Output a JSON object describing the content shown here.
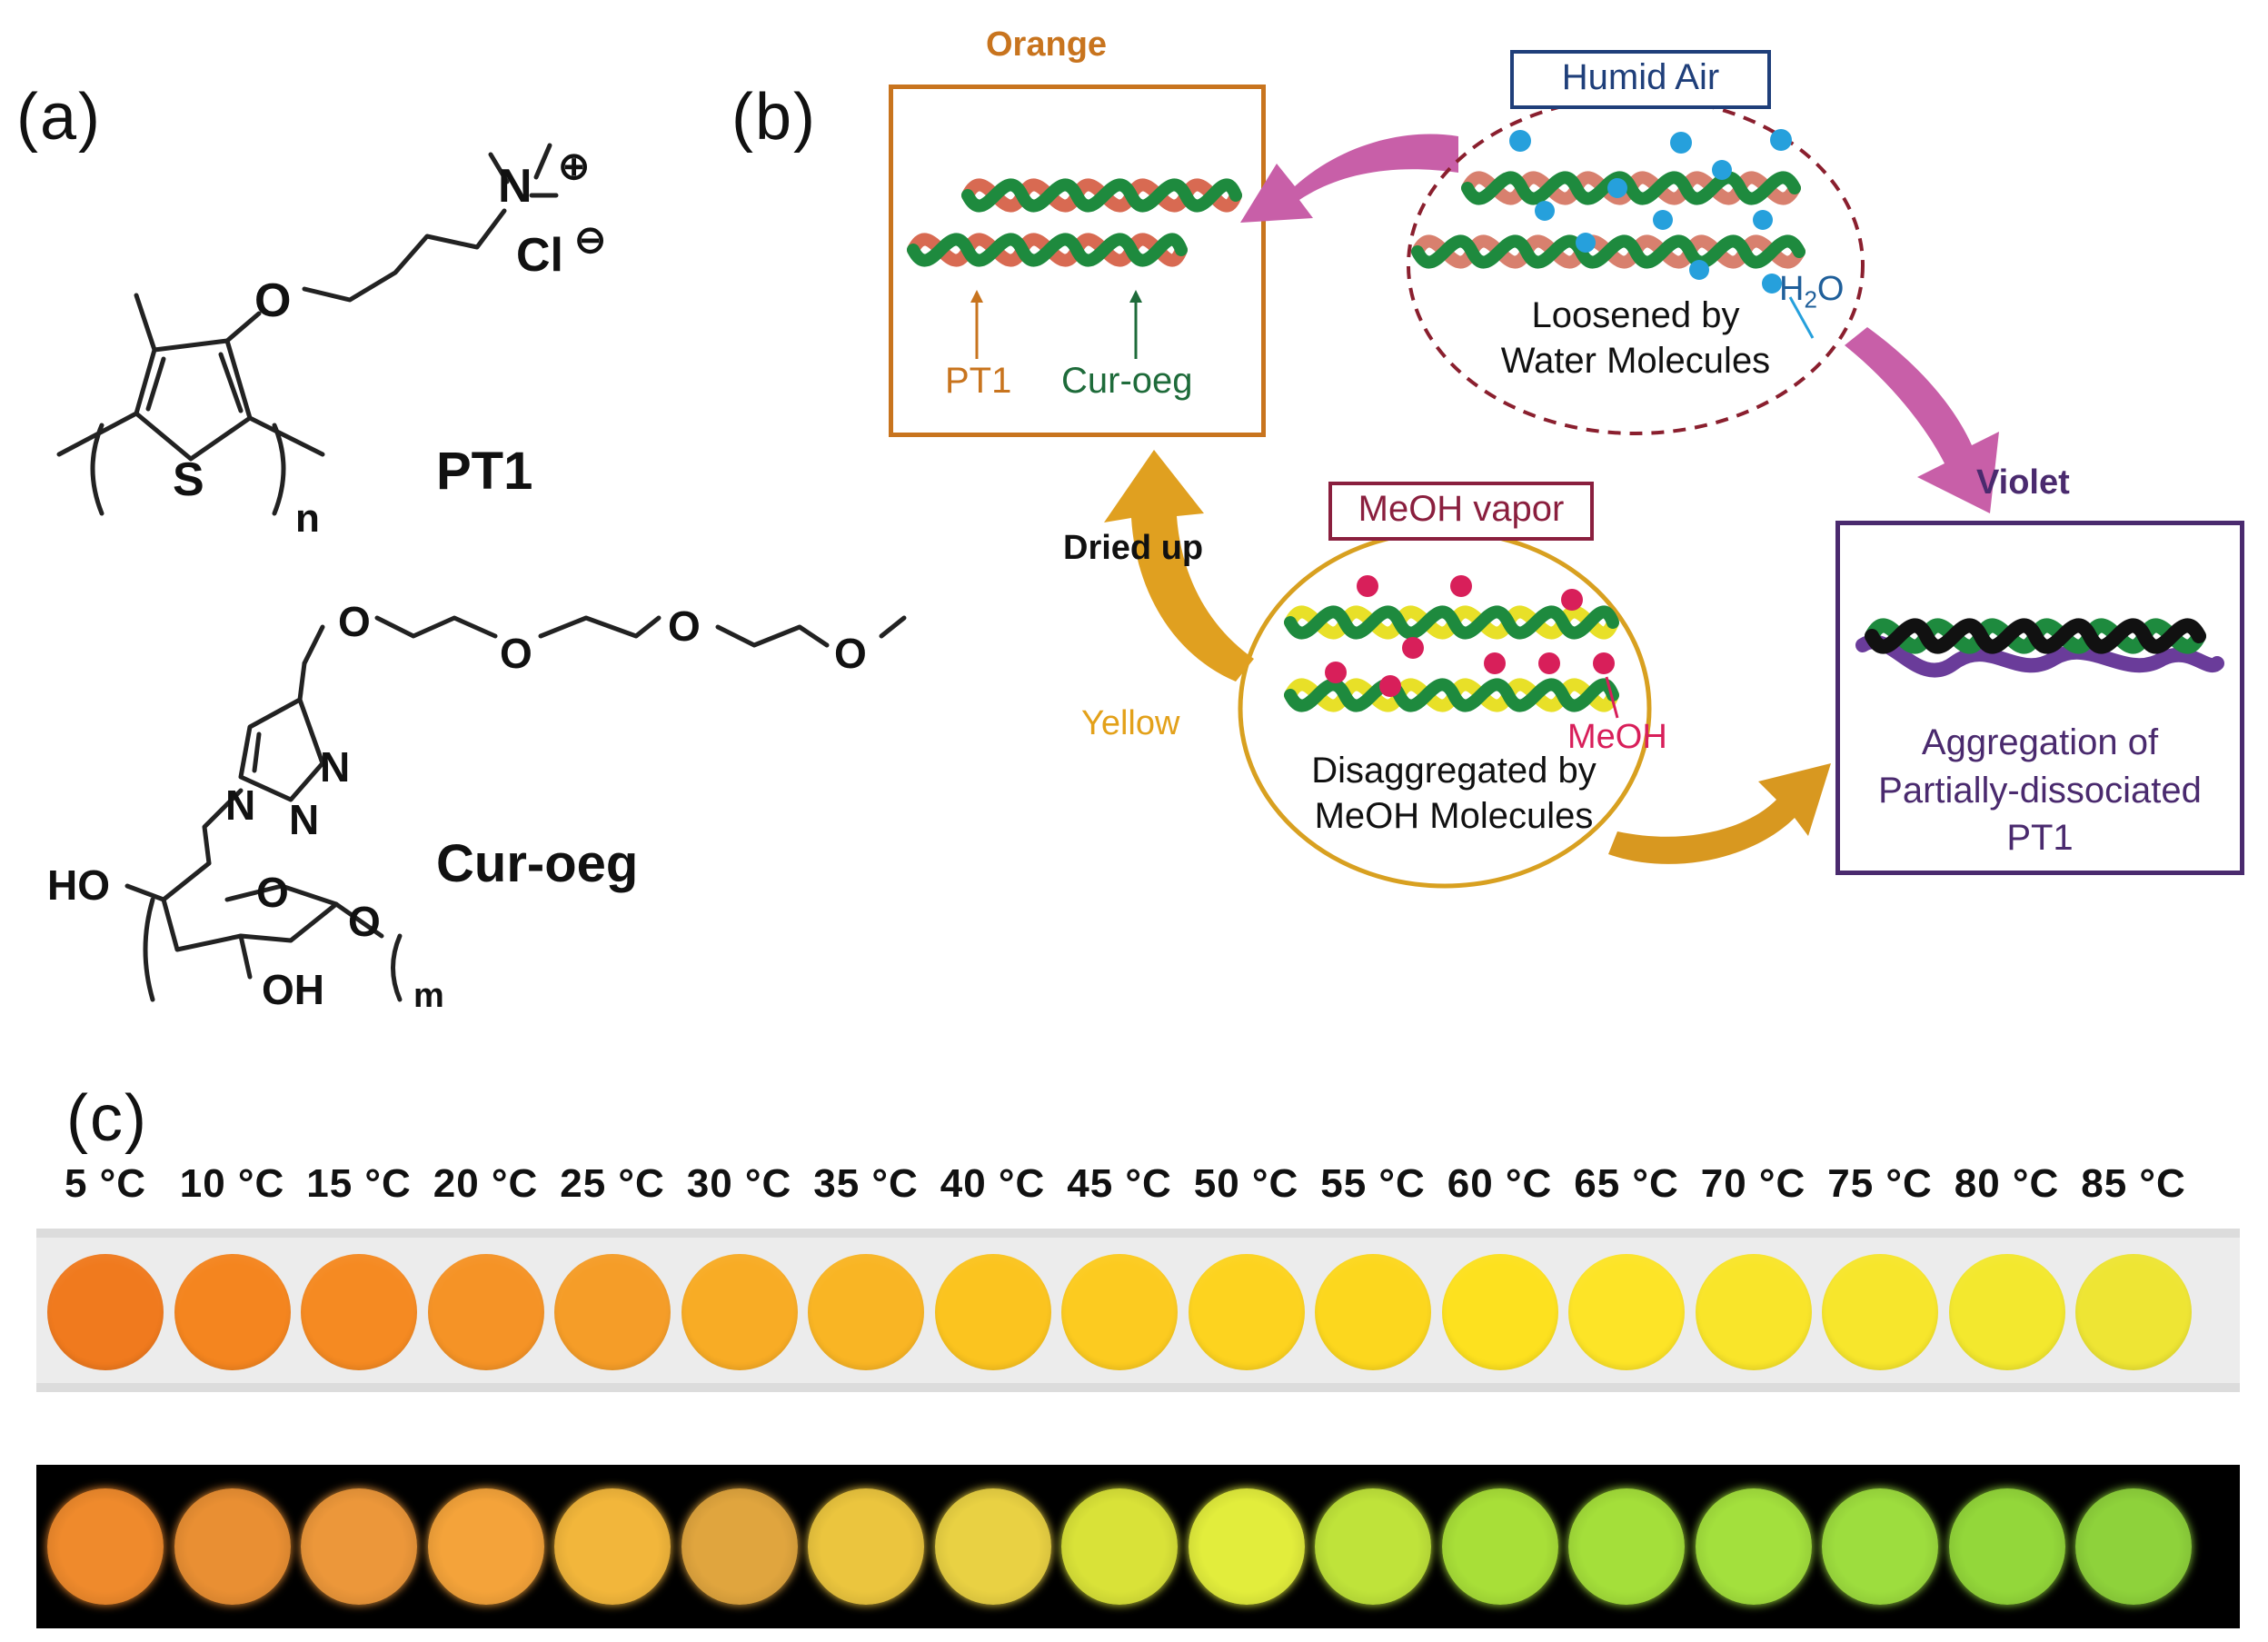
{
  "panels": {
    "a": {
      "label": "(a)"
    },
    "b": {
      "label": "(b)"
    },
    "c": {
      "label": "(c)"
    }
  },
  "structure": {
    "atoms": {
      "n_plus": "N",
      "plus": "⊕",
      "cl": "Cl",
      "minus": "⊖",
      "o1": "O",
      "s": "S",
      "n_sub": "n",
      "pt1_name": "PT1",
      "o_peg1": "O",
      "o_peg2": "O",
      "o_peg3": "O",
      "o_peg4": "O",
      "triazole_n1": "N",
      "triazole_n2": "N",
      "triazole_n3": "N",
      "ho": "HO",
      "o_ring": "O",
      "o_glyc": "O",
      "oh": "OH",
      "m_sub": "m",
      "cur_name": "Cur-oeg"
    }
  },
  "diagram": {
    "orange_title": "Orange",
    "pt1_arrow": "PT1",
    "cur_arrow": "Cur-oeg",
    "humid_air": "Humid Air",
    "water_label_h": "H",
    "water_label_2": "2",
    "water_label_o": "O",
    "loosened_1": "Loosened by",
    "loosened_2": "Water Molecules",
    "violet_title": "Violet",
    "aggregation_1": "Aggregation of",
    "aggregation_2": "Partially-dissociated",
    "aggregation_3": "PT1",
    "meoh_vapor": "MeOH vapor",
    "meoh_label": "MeOH",
    "disagg_1": "Disaggregated by",
    "disagg_2": "MeOH Molecules",
    "dried_up": "Dried up",
    "yellow_title": "Yellow"
  },
  "temperatures": [
    "5 °C",
    "10 °C",
    "15 °C",
    "20 °C",
    "25 °C",
    "30 °C",
    "35 °C",
    "40 °C",
    "45 °C",
    "50 °C",
    "55 °C",
    "60 °C",
    "65 °C",
    "70 °C",
    "75 °C",
    "80 °C",
    "85 °C"
  ],
  "colors": {
    "orange_box": "#c8741e",
    "humid_box": "#1f3f7a",
    "violet_box": "#4a2a6e",
    "meoh_box": "#8a1f3e",
    "yellow_text": "#e3a11a",
    "pink_arrow": "#c85fa8",
    "gold_arrow": "#e0a020",
    "daylight_wells": [
      "#f07a1e",
      "#f4851f",
      "#f58a22",
      "#f59326",
      "#f59d28",
      "#f8ac25",
      "#f9b524",
      "#fbc41f",
      "#fccb20",
      "#fdd31f",
      "#fcd71e",
      "#fde11f",
      "#fde427",
      "#f9e52a",
      "#f7e62c",
      "#f3e82e",
      "#eee534"
    ],
    "uv_wells": [
      "#ef8a2c",
      "#e98f33",
      "#ec973a",
      "#f4a33a",
      "#f2b63b",
      "#e0a53e",
      "#ebc53e",
      "#e9d143",
      "#d9e238",
      "#e2ed3c",
      "#bfe33a",
      "#a8df38",
      "#a4df3a",
      "#a3e03d",
      "#9ddd3e",
      "#93d73a",
      "#8ed23b"
    ]
  }
}
